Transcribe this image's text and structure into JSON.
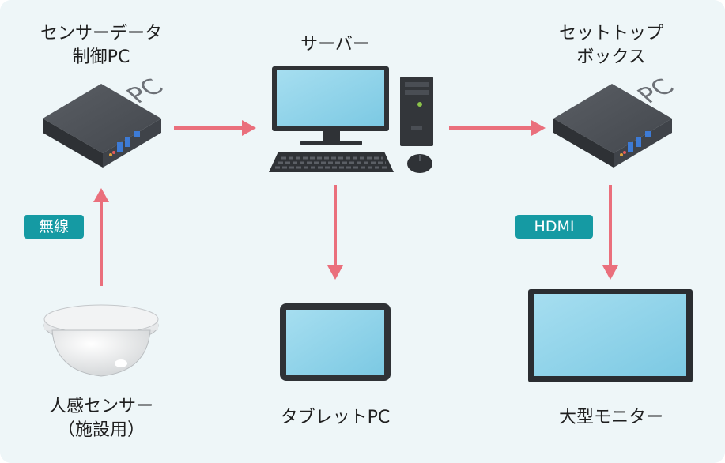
{
  "nodes": {
    "sensor_pc": "センサーデータ\n制御PC",
    "server": "サーバー",
    "set_top_box": "セットトップ\nボックス",
    "motion_sensor": "人感センサー\n（施設用）",
    "tablet_pc": "タブレットPC",
    "large_monitor": "大型モニター"
  },
  "connections": {
    "wireless": "無線",
    "hdmi": "HDMI"
  },
  "device_labels": {
    "pc_mark": "PC"
  },
  "colors": {
    "arrow": "#ea6f7c",
    "tag_bg": "#159aa3",
    "background": "#eef6f8",
    "screen": "#8fd3ea",
    "device_dark": "#3a3d42"
  }
}
